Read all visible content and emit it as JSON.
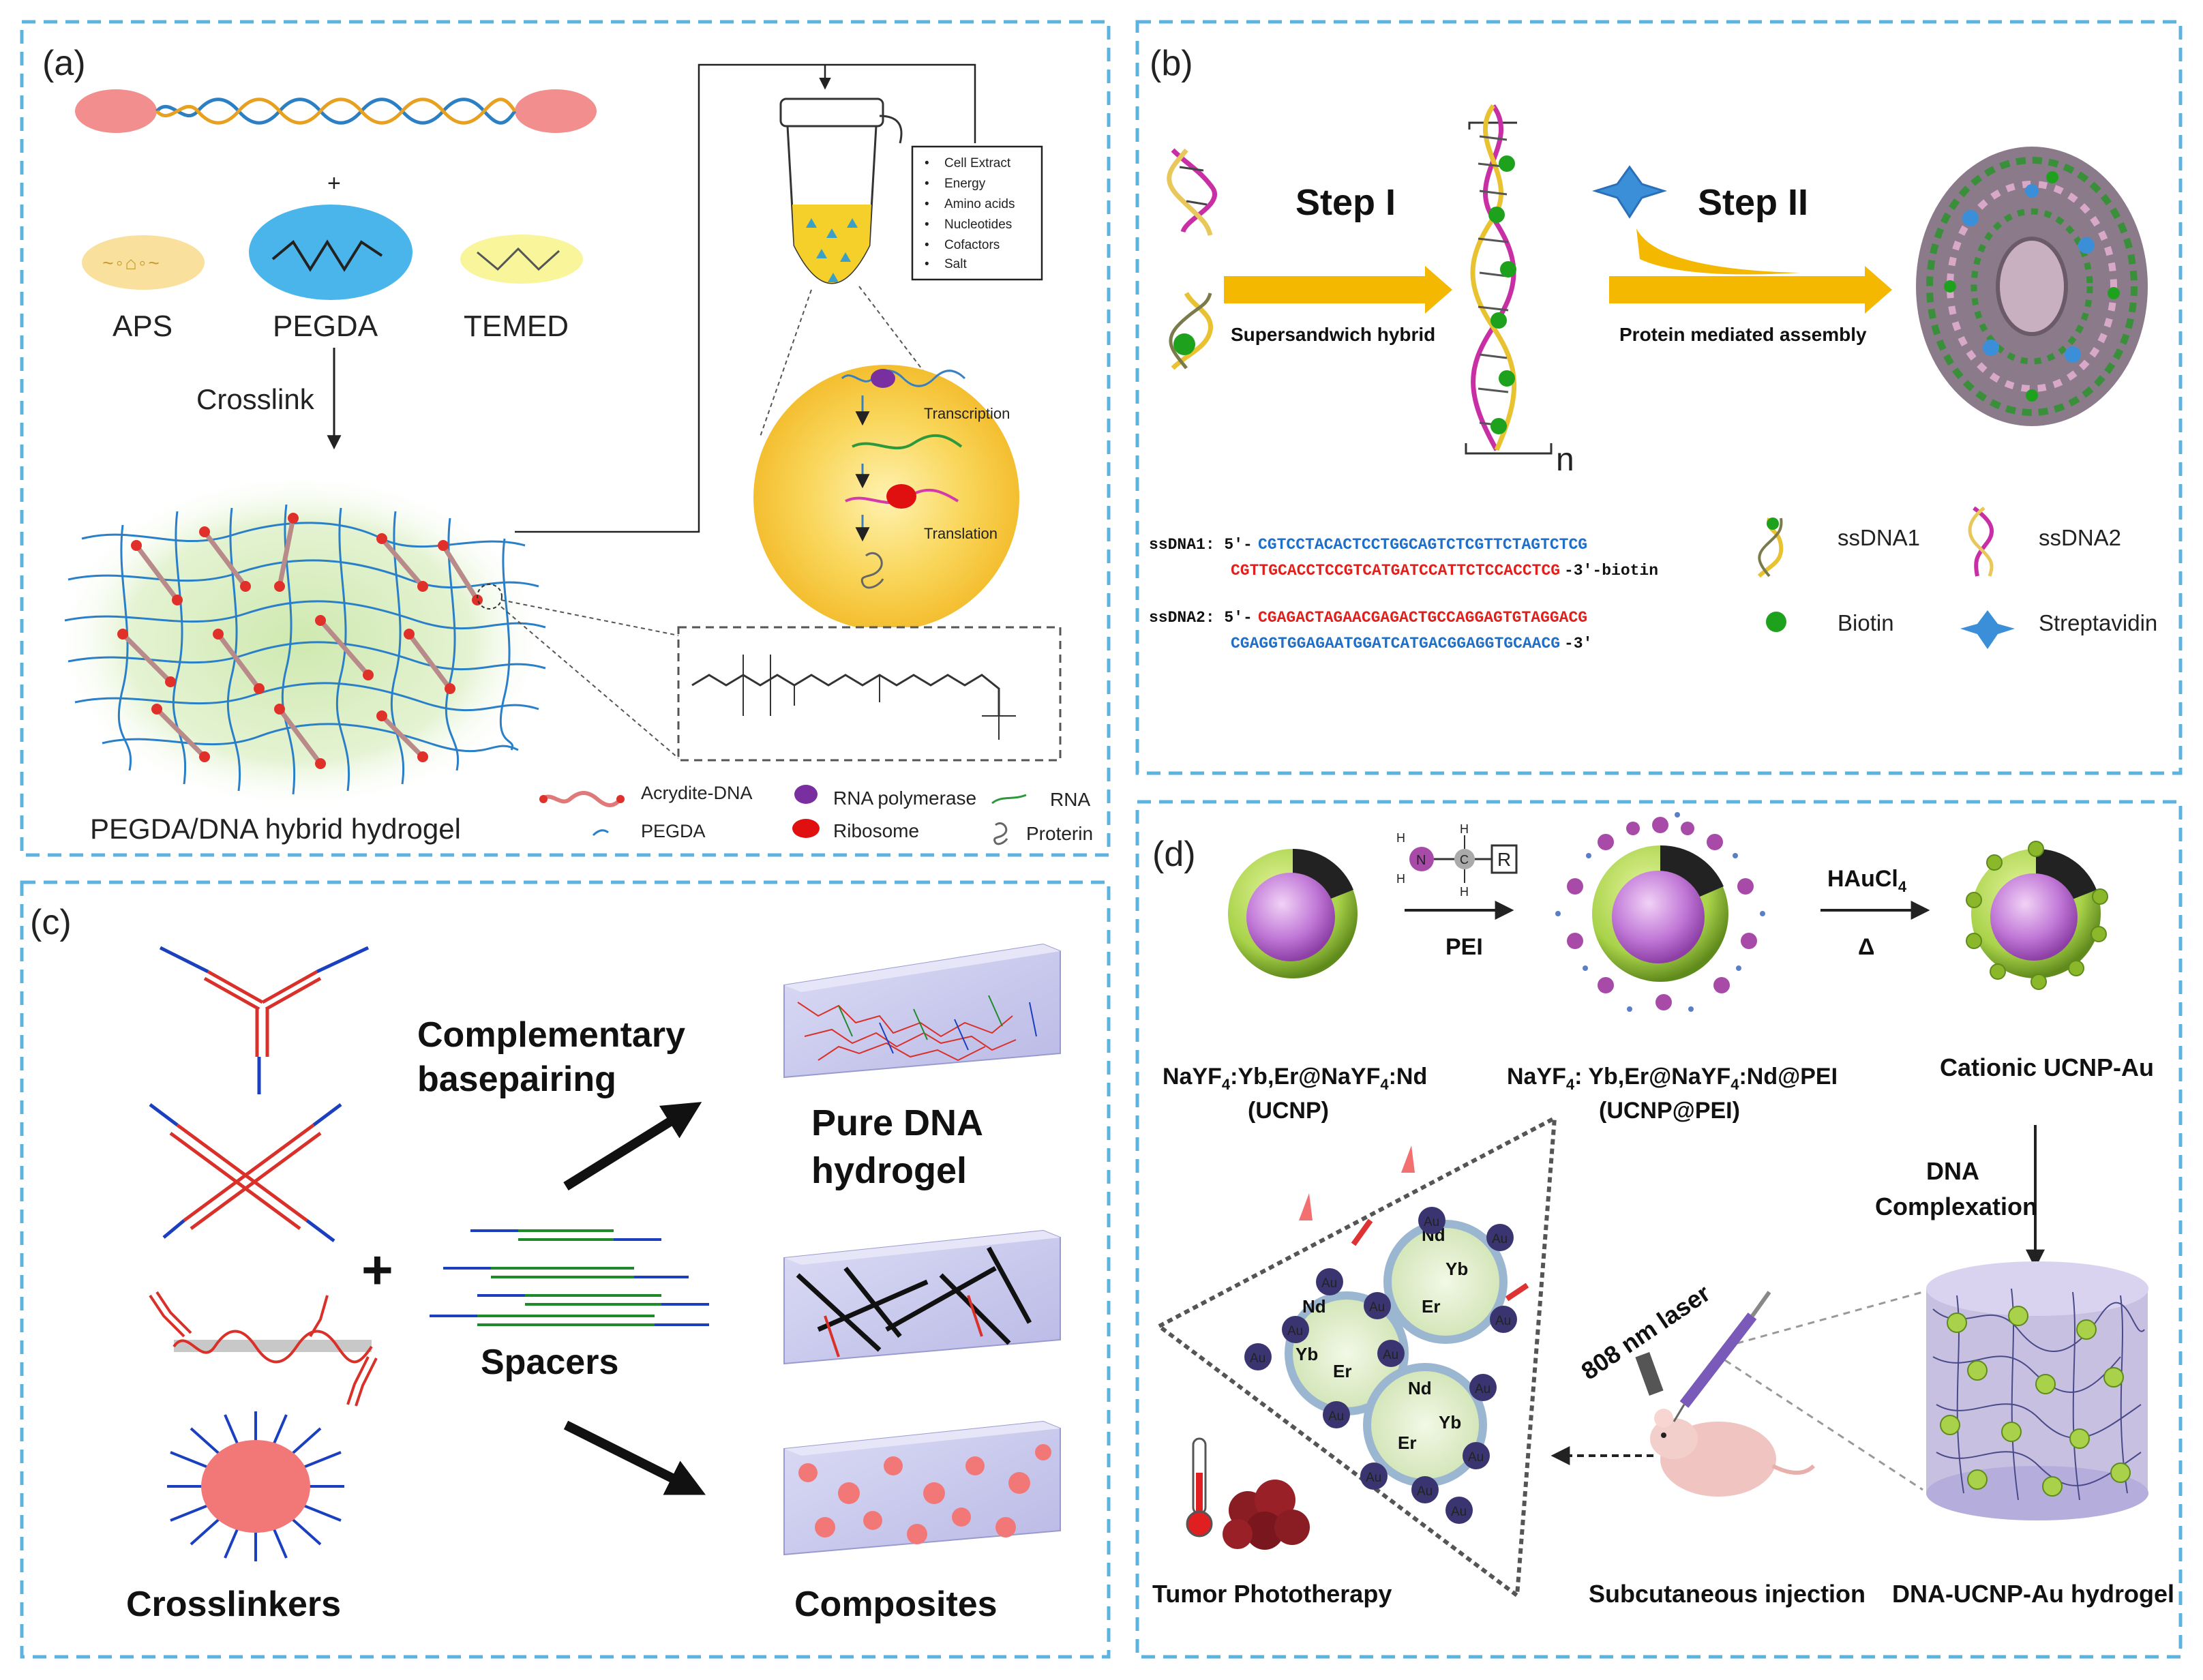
{
  "colors": {
    "panel_border": "#5cb3e0",
    "arrow_gold": "#f5b800",
    "seq_blue": "#1f6fc8",
    "seq_red": "#e0201c",
    "dna_red": "#d9302a",
    "dna_blue": "#1a3fbf",
    "spacer_green": "#1f8a2a",
    "hydrogel_green": "#cfe9b0",
    "hydrogel_blue": "#2a7fc9",
    "streptavidin": "#3a8fd8",
    "biotin": "#1ea21e",
    "ucnp_green": "#a9d24a",
    "ucnp_purple": "#c27ad8",
    "yellow_circle": "#f7c840",
    "step_label_blue": "#1f3f8f"
  },
  "panel_a": {
    "label": "(a)",
    "components": [
      "APS",
      "PEGDA",
      "TEMED"
    ],
    "plus": "+",
    "crosslink": "Crosslink",
    "mixture_list": [
      "Cell Extract",
      "Energy",
      "Amino acids",
      "Nucleotides",
      "Cofactors",
      "Salt"
    ],
    "transcription": "Transcription",
    "translation": "Translation",
    "hydrogel_caption": "PEGDA/DNA hybrid hydrogel",
    "legend": {
      "acrydite": "Acrydite-DNA",
      "pegda": "PEGDA",
      "rna_polymerase": "RNA polymerase",
      "rna": "RNA",
      "ribosome": "Ribosome",
      "protein": "Proterin"
    }
  },
  "panel_b": {
    "label": "(b)",
    "step1": "Step I",
    "step2": "Step II",
    "step1_caption": "Supersandwich hybrid",
    "step2_caption": "Protein mediated assembly",
    "n": "n",
    "ssdna1_label": "ssDNA1: 5'-",
    "ssdna1_line1": "CGTCCTACACTCCTGGCAGTCTCGTTCTAGTCTCG",
    "ssdna1_line2": "CGTTGCACCTCCGTCATGATCCATTCTCCACCTCG",
    "ssdna1_end": "-3'-biotin",
    "ssdna2_label": "ssDNA2: 5'-",
    "ssdna2_line1": "CGAGACTAGAACGAGACTGCCAGGAGTGTAGGACG",
    "ssdna2_line2": "CGAGGTGGAGAATGGATCATGACGGAGGTGCAACG",
    "ssdna2_end": "-3'",
    "legend": {
      "ssdna1": "ssDNA1",
      "ssdna2": "ssDNA2",
      "biotin": "Biotin",
      "streptavidin": "Streptavidin"
    }
  },
  "panel_c": {
    "label": "(c)",
    "complementary_1": "Complementary",
    "complementary_2": "basepairing",
    "pure_1": "Pure DNA",
    "pure_2": "hydrogel",
    "spacers": "Spacers",
    "crosslinkers": "Crosslinkers",
    "composites": "Composites",
    "plus": "+"
  },
  "panel_d": {
    "label": "(d)",
    "pei": "PEI",
    "haucl4": "HAuCl",
    "haucl4_sub": "4",
    "delta": "Δ",
    "r_group": "R",
    "n_atom": "N",
    "c_atom": "C",
    "h_atom": "H",
    "ucnp_1a": "NaYF",
    "ucnp_1b": ":Yb,Er@NaYF",
    "ucnp_1c": ":Nd",
    "ucnp_2": "(UCNP)",
    "ucnp_pei_1a": "NaYF",
    "ucnp_pei_1b": ": Yb,Er@NaYF",
    "ucnp_pei_1c": ":Nd@PEI",
    "ucnp_pei_2": "(UCNP@PEI)",
    "sub4": "4",
    "cationic": "Cationic UCNP-Au",
    "dna_1": "DNA",
    "dna_2": "Complexation",
    "hydrogel": "DNA-UCNP-Au hydrogel",
    "injection": "Subcutaneous injection",
    "laser": "808 nm laser",
    "phototherapy": "Tumor Phototherapy",
    "au": "Au",
    "nd": "Nd",
    "yb": "Yb",
    "er": "Er"
  }
}
